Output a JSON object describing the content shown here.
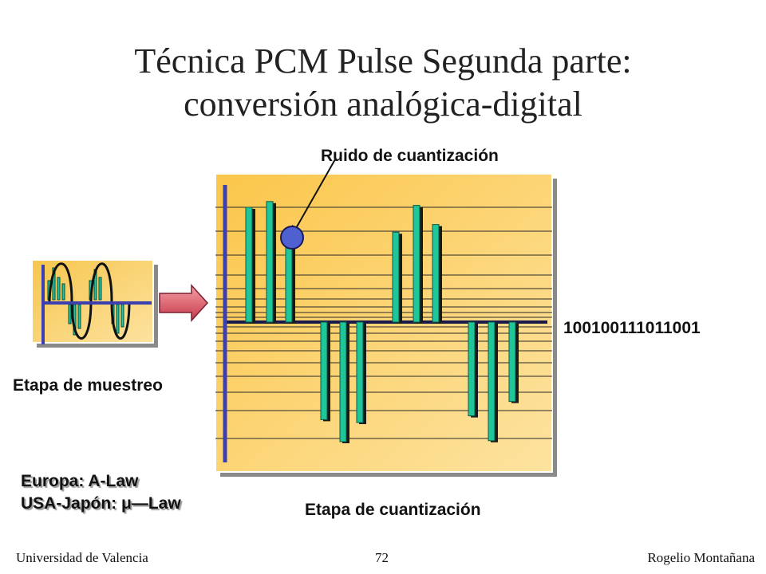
{
  "title": {
    "line1": "Técnica PCM Pulse Segunda parte:",
    "line2": "conversión analógica-digital"
  },
  "labels": {
    "noise": "Ruido de cuantización",
    "binary": "100100111011001",
    "sampling_stage": "Etapa de muestreo",
    "quantization_stage": "Etapa de cuantización",
    "europe_law": "Europa: A-Law",
    "usa_japan_law": "USA-Japón: μ—Law"
  },
  "footer": {
    "left": "Universidad de Valencia",
    "center": "72",
    "right": "Rogelio Montañana"
  },
  "colors": {
    "panel": "#fbd46a",
    "bar": "#1ec69a",
    "axis": "#3b3fb0",
    "arrow": "#e06070",
    "noise_dot": "#4f60d0"
  },
  "quantized_samples": [
    12,
    12.6,
    8.4,
    -10.2,
    -12.5,
    -10.5,
    9.4,
    12.2,
    10.2,
    -9.8,
    -12.4,
    -8.3
  ]
}
